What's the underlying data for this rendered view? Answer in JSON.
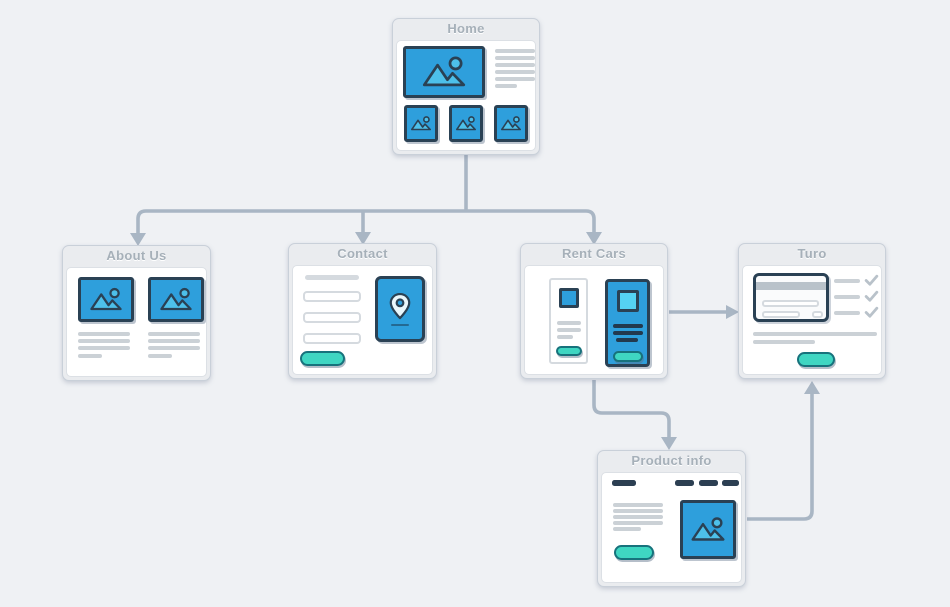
{
  "app": {
    "name": "Website sitemap flowchart",
    "background": "#EFF1F4"
  },
  "colors": {
    "node_fill": "#EAECEF",
    "node_border": "#C9D0D9",
    "title_text": "#A6B0B9",
    "body_fill": "#FFFFFF",
    "accent_blue": "#2E9FDC",
    "accent_blue_light": "#4DC0EA",
    "accent_cyan": "#55D2F2",
    "outline_navy": "#2A4154",
    "button_teal": "#3FD6C2",
    "button_teal_border": "#17727C",
    "placeholder_gray": "#CBD1D6",
    "connector": "#A9B6C4"
  },
  "nodes": {
    "home": {
      "title": "Home"
    },
    "about_us": {
      "title": "About Us"
    },
    "contact": {
      "title": "Contact"
    },
    "rent_cars": {
      "title": "Rent Cars"
    },
    "turo": {
      "title": "Turo"
    },
    "product_info": {
      "title": "Product info"
    }
  },
  "edges": [
    {
      "from": "Home",
      "to": "About Us"
    },
    {
      "from": "Home",
      "to": "Contact"
    },
    {
      "from": "Home",
      "to": "Rent Cars"
    },
    {
      "from": "Rent Cars",
      "to": "Turo"
    },
    {
      "from": "Rent Cars",
      "to": "Product info"
    },
    {
      "from": "Product info",
      "to": "Turo"
    }
  ],
  "icons": [
    "image-placeholder-icon",
    "map-pin-icon",
    "credit-card-icon",
    "check-icon"
  ]
}
